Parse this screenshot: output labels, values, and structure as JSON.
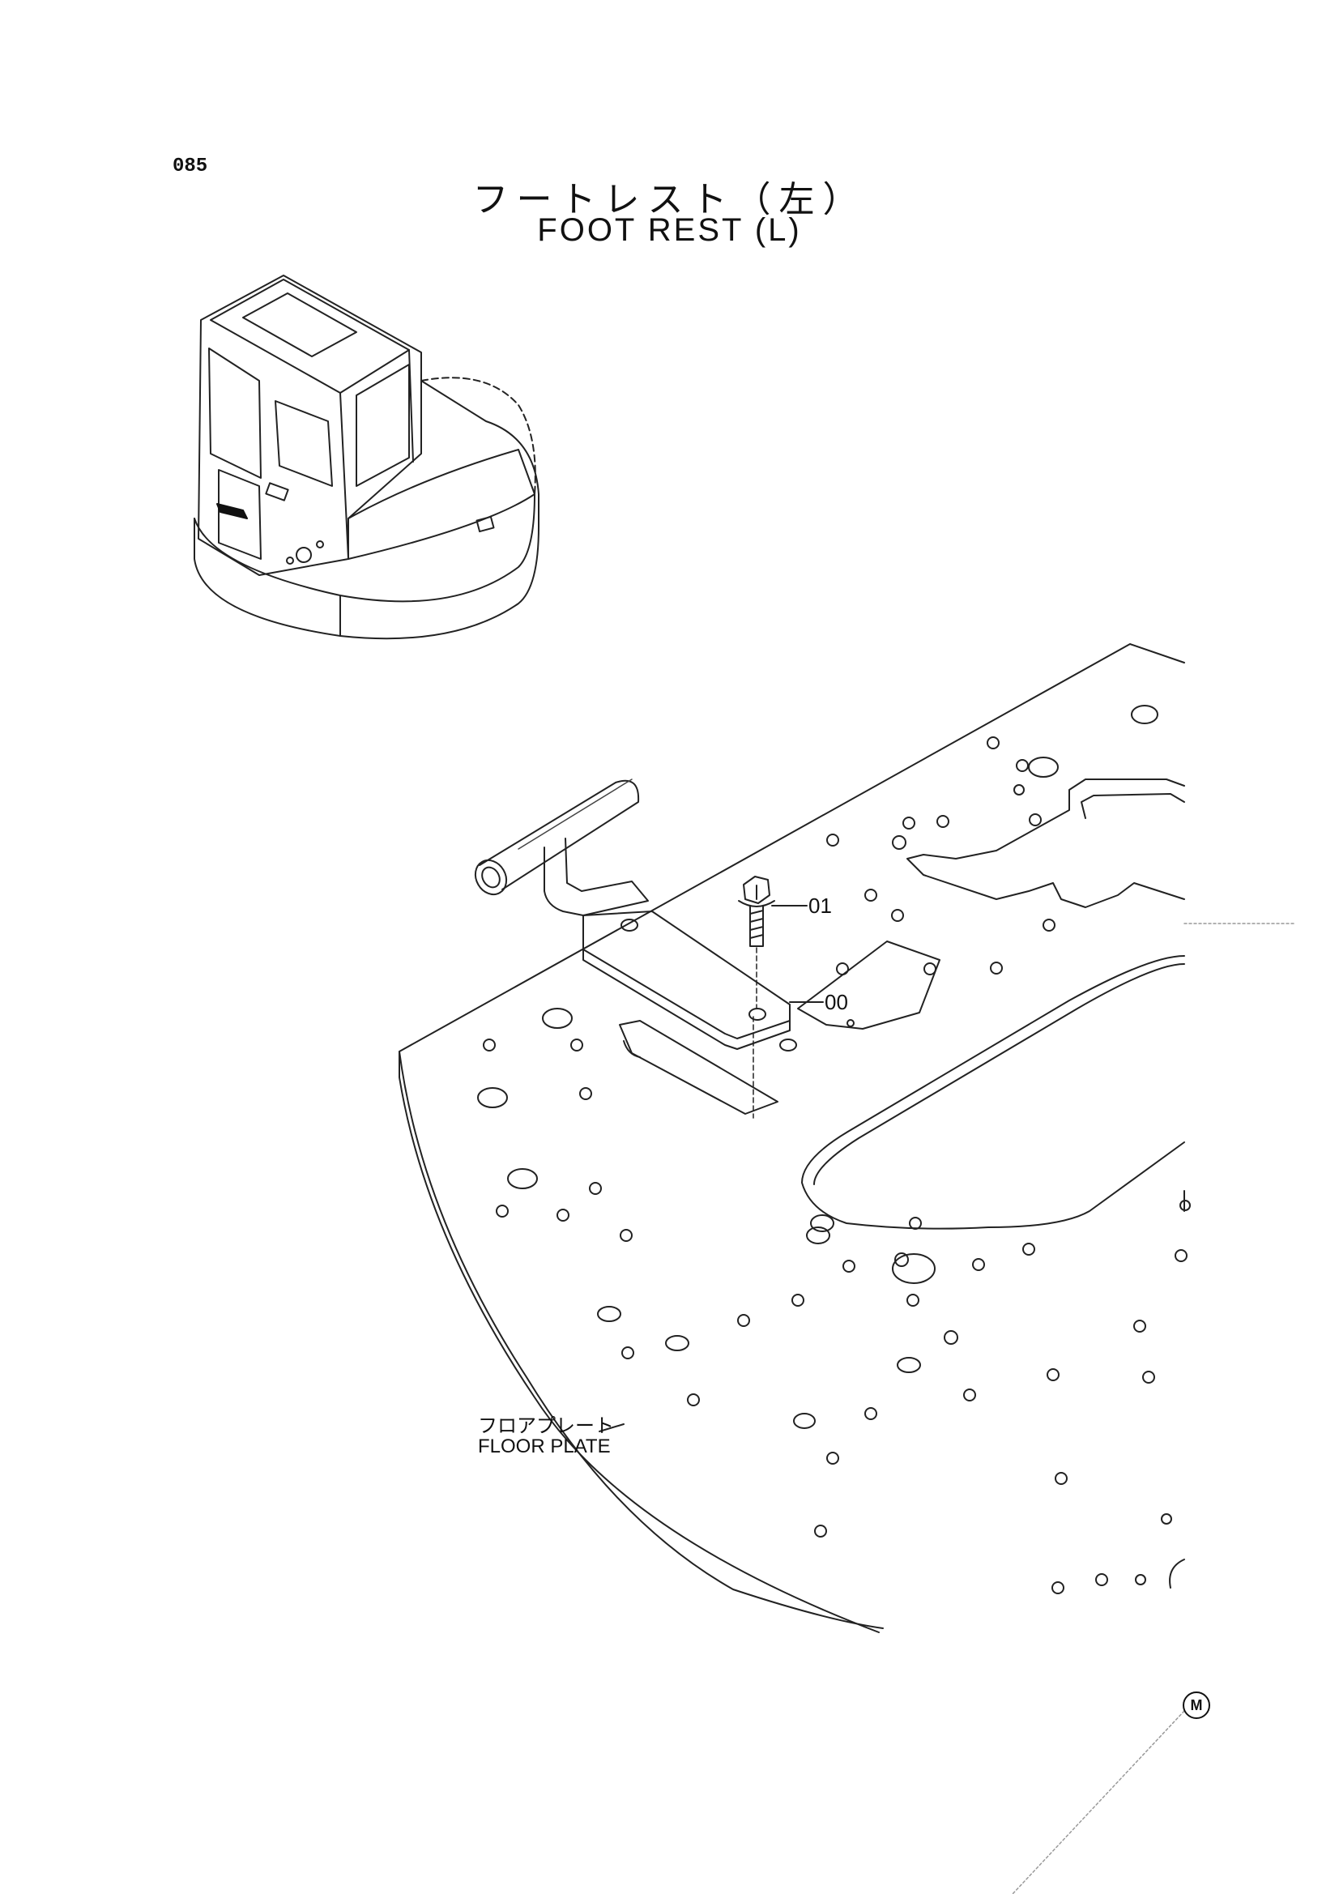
{
  "page": {
    "number": "085"
  },
  "title": {
    "japanese": "フートレスト（左）",
    "english": "FOOT REST (L)"
  },
  "parts": [
    {
      "ref": "01",
      "name": "bolt"
    },
    {
      "ref": "00",
      "name": "foot rest"
    }
  ],
  "reference_label": {
    "japanese": "フロアプレート",
    "english": "FLOOR PLATE"
  },
  "corner_mark": "M"
}
